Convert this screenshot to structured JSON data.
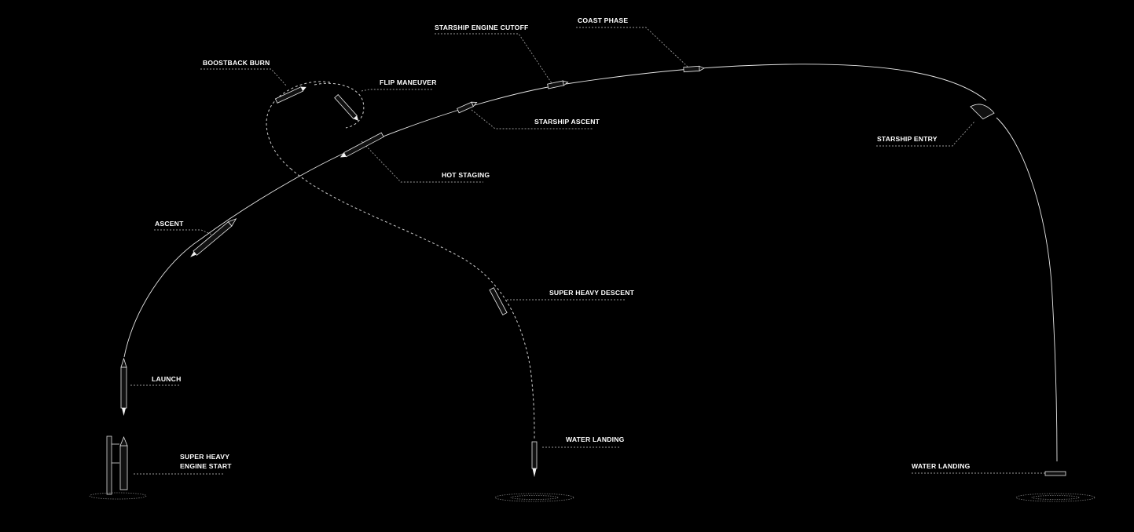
{
  "labels": {
    "boostback_burn": "BOOSTBACK BURN",
    "flip_maneuver": "FLIP MANEUVER",
    "starship_engine_cutoff": "STARSHIP ENGINE CUTOFF",
    "coast_phase": "COAST PHASE",
    "starship_ascent": "STARSHIP ASCENT",
    "hot_staging": "HOT STAGING",
    "starship_entry": "STARSHIP ENTRY",
    "ascent": "ASCENT",
    "super_heavy_descent": "SUPER HEAVY DESCENT",
    "launch": "LAUNCH",
    "water_landing_booster": "WATER LANDING",
    "engine_start_line1": "SUPER HEAVY",
    "engine_start_line2": "ENGINE START",
    "water_landing_ship": "WATER LANDING"
  },
  "colors": {
    "background": "#000000",
    "line": "#e6e6e6",
    "leader": "#9a9a9a",
    "text": "#ffffff"
  },
  "icons": {
    "launch_tower": "launch-tower-icon",
    "rocket": "rocket-icon",
    "ocean_splash": "water-splash-icon"
  }
}
